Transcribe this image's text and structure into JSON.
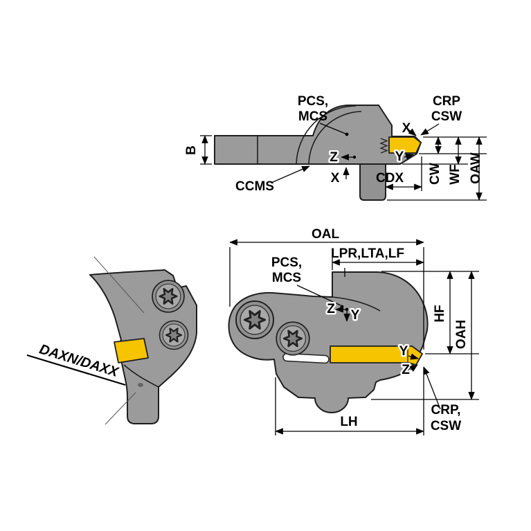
{
  "colors": {
    "body": "#9b9b9b",
    "body_dark": "#929292",
    "insert": "#f6c400",
    "outline": "#1e1e1e"
  },
  "top_view": {
    "labels": {
      "pcs1": "PCS,",
      "pcs2": "MCS",
      "crp1": "CRP",
      "crp2": "CSW",
      "b": "B",
      "x_tip": "X",
      "y_ref": "Y",
      "z_axis": "Z",
      "x_axis": "X",
      "ccms": "CCMS",
      "cdx": "CDX",
      "cw": "CW",
      "wf": "WF",
      "oaw": "OAW"
    }
  },
  "side_view": {
    "labels": {
      "daxn": "DAXN/DAXX"
    }
  },
  "front_view": {
    "labels": {
      "oal": "OAL",
      "lpr": "LPR,LTA,LF",
      "pcs1": "PCS,",
      "pcs2": "MCS",
      "z_axis": "Z",
      "y_axis": "Y",
      "hf": "HF",
      "oah": "OAH",
      "y_tip": "Y",
      "z_tip": "Z",
      "crp1": "CRP,",
      "crp2": "CSW",
      "lh": "LH"
    }
  }
}
